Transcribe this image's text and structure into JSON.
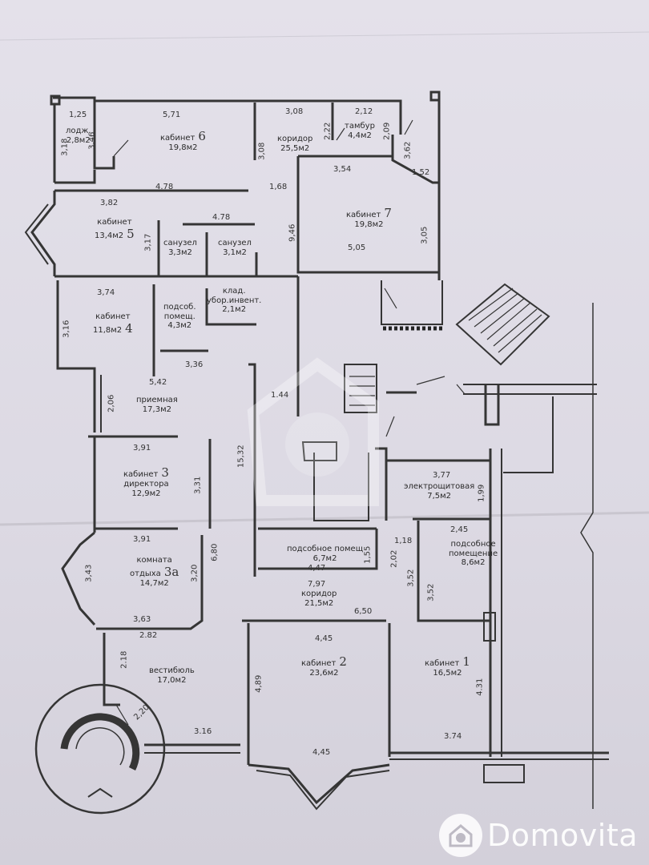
{
  "rooms": [
    {
      "id": "lodzh",
      "name": "лодж.",
      "area": "2,8м2"
    },
    {
      "id": "kab6",
      "name": "кабинет",
      "num": "6",
      "area": "19,8м2"
    },
    {
      "id": "koridor1",
      "name": "коридор",
      "area": "25,5м2"
    },
    {
      "id": "tambur",
      "name": "тамбур",
      "area": "4,4м2"
    },
    {
      "id": "kab5",
      "name": "кабинет",
      "num": "5",
      "area": "13,4м2"
    },
    {
      "id": "sanuzel1",
      "name": "санузел",
      "area": "3,3м2"
    },
    {
      "id": "sanuzel2",
      "name": "санузел",
      "area": "3,1м2"
    },
    {
      "id": "kab7",
      "name": "кабинет",
      "num": "7",
      "area": "19,8м2"
    },
    {
      "id": "kab4",
      "name": "кабинет",
      "num": "4",
      "area": "11,8м2"
    },
    {
      "id": "podsob1",
      "name1": "подсоб.",
      "name2": "помещ.",
      "area": "4,3м2"
    },
    {
      "id": "klad",
      "name1": "клад.",
      "name2": "убор.инвент.",
      "area": "2,1м2"
    },
    {
      "id": "priemnaya",
      "name": "приемная",
      "area": "17,3м2"
    },
    {
      "id": "kab3",
      "name1": "кабинет",
      "num": "3",
      "name2": "директора",
      "area": "12,9м2"
    },
    {
      "id": "elektro",
      "name": "электрощитовая",
      "area": "7,5м2"
    },
    {
      "id": "podsob2",
      "name": "подсобное помещ",
      "area": "6,7м2"
    },
    {
      "id": "podsob3",
      "name1": "подсобное",
      "name2": "помещение",
      "area": "8,6м2"
    },
    {
      "id": "komnata",
      "name1": "комната",
      "name2": "отдыха",
      "num": "3а",
      "area": "14,7м2"
    },
    {
      "id": "koridor2",
      "name": "коридор",
      "area": "21,5м2"
    },
    {
      "id": "vestibul",
      "name": "вестибюль",
      "area": "17,0м2"
    },
    {
      "id": "kab2",
      "name": "кабинет",
      "num": "2",
      "area": "23,6м2"
    },
    {
      "id": "kab1",
      "name": "кабинет",
      "num": "1",
      "area": "16,5м2"
    }
  ],
  "dimensions": {
    "d1_25": "1,25",
    "d5_71": "5,71",
    "d3_08a": "3,08",
    "d2_12": "2,12",
    "d3_18": "3,18",
    "d3_46": "3,46",
    "d3_08b": "3,08",
    "d2_22": "2,22",
    "d2_09": "2,09",
    "d3_62": "3,62",
    "d3_54": "3,54",
    "d1_52": "1.52",
    "d3_82": "3,82",
    "d4_78a": "4.78",
    "d1_68": "1,68",
    "d4_78b": "4.78",
    "d3_17": "3,17",
    "d9_46": "9,46",
    "d3_05": "3,05",
    "d5_05": "5,05",
    "d3_74a": "3,74",
    "d3_16a": "3,16",
    "d3_36": "3,36",
    "d5_42": "5,42",
    "d1_44": "1.44",
    "d2_06": "2,06",
    "d15_32": "15,32",
    "d3_91a": "3,91",
    "d3_31": "3,31",
    "d3_77": "3,77",
    "d1_99": "1,99",
    "d3_91b": "3,91",
    "d6_80": "6,80",
    "d2_45": "2,45",
    "d1_18": "1,18",
    "d1_55": "1,55",
    "d2_02": "2,02",
    "d3_43": "3,43",
    "d3_20": "3,20",
    "d4_47": "4,47",
    "d3_52a": "3,52",
    "d3_52b": "3,52",
    "d7_97": "7,97",
    "d3_63": "3,63",
    "d6_50": "6,50",
    "d2_82": "2.82",
    "d4_45a": "4,45",
    "d2_18": "2.18",
    "d4_89": "4,89",
    "d4_31": "4.31",
    "d2_20": "2,20",
    "d3_16b": "3.16",
    "d3_74b": "3.74",
    "d4_45b": "4,45"
  },
  "watermark": {
    "brand": "Domovita"
  },
  "colors": {
    "paper": "#e0dde6",
    "ink": "#2a2a2a",
    "wall": "#3a3a3a",
    "watermark": "#ffffff"
  }
}
